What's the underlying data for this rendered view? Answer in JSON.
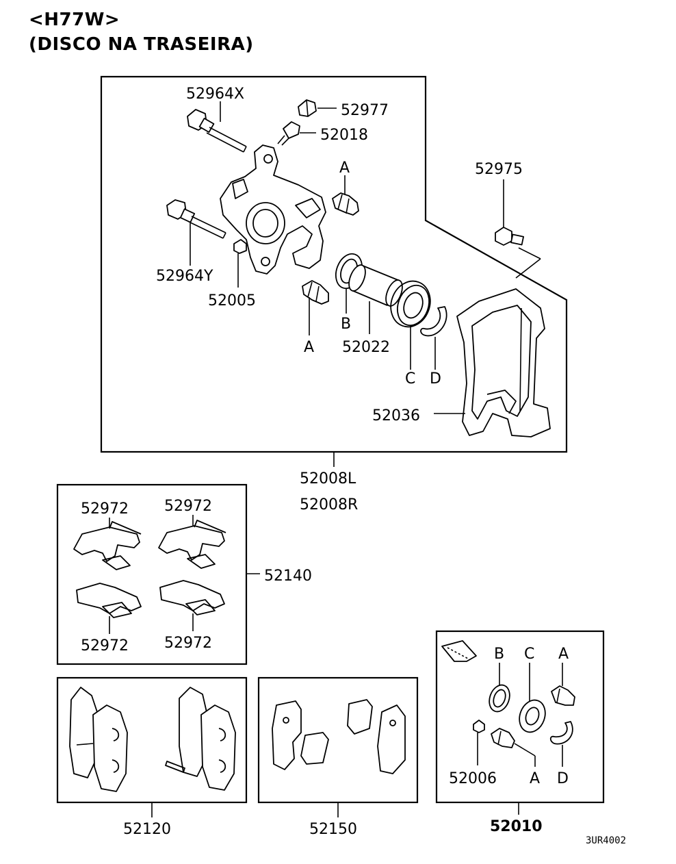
{
  "header": {
    "line1": "<H77W>",
    "line2": "(DISCO NA TRASEIRA)"
  },
  "labels": {
    "p52964X": "52964X",
    "p52977": "52977",
    "p52018": "52018",
    "p52975": "52975",
    "p52964Y": "52964Y",
    "p52005": "52005",
    "p52022": "52022",
    "p52036": "52036",
    "p52008L": "52008L",
    "p52008R": "52008R",
    "p52972a": "52972",
    "p52972b": "52972",
    "p52972c": "52972",
    "p52972d": "52972",
    "p52140": "52140",
    "p52120": "52120",
    "p52150": "52150",
    "p52010": "52010",
    "p52006": "52006",
    "refA1": "A",
    "refA2": "A",
    "refB": "B",
    "refC": "C",
    "refD": "D",
    "kitB": "B",
    "kitC": "C",
    "kitA1": "A",
    "kitA2": "A",
    "kitD": "D"
  },
  "figure_code": "3UR4002"
}
